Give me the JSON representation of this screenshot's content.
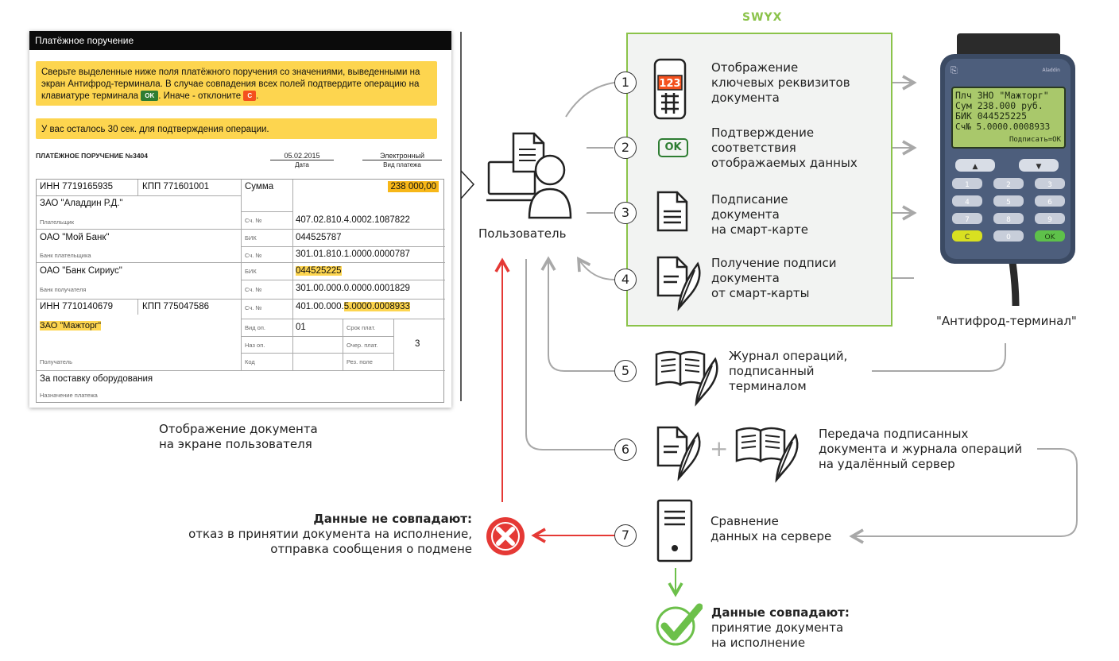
{
  "document_window": {
    "title": "Платёжное поручение",
    "notice_text_1": "Сверьте выделенные ниже поля платёжного поручения со значениями, выведенными на экран Антифрод-терминала. В случае совпадения всех полей подтвердите операцию на клавиатуре терминала",
    "ok_key": "OK",
    "notice_text_2": ". Иначе - отклоните",
    "cancel_key": "C",
    "notice_text_3": ".",
    "timer_text": "У вас осталось 30 сек. для подтверждения операции.",
    "doc_title": "ПЛАТЁЖНОЕ ПОРУЧЕНИЕ №3404",
    "date_value": "05.02.2015",
    "date_label": "Дата",
    "pay_type_value": "Электронный",
    "pay_type_label": "Вид платежа",
    "payer_inn": "ИНН 7719165935",
    "payer_kpp": "КПП 771601001",
    "amount_label": "Сумма",
    "amount_value": "238 000,00",
    "payer_name": "ЗАО \"Аладдин Р.Д.\"",
    "payer_caption": "Плательщик",
    "acct_label": "Сч. №",
    "payer_account": "407.02.810.4.0002.1087822",
    "payer_bank": "ОАО \"Мой Банк\"",
    "bik_label": "БИК",
    "payer_bik": "044525787",
    "payer_bank_caption": "Банк плательщика",
    "payer_corr_account": "301.01.810.1.0000.0000787",
    "payee_bank": "ОАО \"Банк Сириус\"",
    "payee_bik": "044525225",
    "payee_bank_caption": "Банк получателя",
    "payee_corr_account": "301.00.000.0.0000.0001829",
    "payee_inn": "ИНН 7710140679",
    "payee_kpp": "КПП 775047586",
    "payee_account_part1": "401.00.000.",
    "payee_account_part2": "5.0000.0008933",
    "payee_name": "ЗАО \"Мажторг\"",
    "payee_caption": "Получатель",
    "op_type_label": "Вид оп.",
    "op_type_value": "01",
    "term_label": "Срок плат.",
    "purpose_code_label": "Наз оп.",
    "queue_label": "Очер. плат.",
    "queue_value": "3",
    "code_label": "Код",
    "res_field_label": "Рез. поле",
    "purpose_text": "За поставку оборудования",
    "purpose_caption": "Назначение платежа"
  },
  "caption_document": [
    "Отображение документа",
    "на экране пользователя"
  ],
  "user_label": "Пользователь",
  "swyx_title": "SWYX",
  "keypad_digits": "123",
  "ok_icon_text": "OK",
  "steps": [
    {
      "num": "1",
      "lines": [
        "Отображение",
        "ключевых реквизитов",
        "документа"
      ]
    },
    {
      "num": "2",
      "lines": [
        "Подтверждение",
        "соответствия",
        "отображаемых данных"
      ]
    },
    {
      "num": "3",
      "lines": [
        "Подписание",
        "документа",
        "на смарт-карте"
      ]
    },
    {
      "num": "4",
      "lines": [
        "Получение подписи",
        "документа",
        "от смарт-карты"
      ]
    },
    {
      "num": "5",
      "lines": [
        "Журнал операций,",
        "подписанный",
        "терминалом"
      ]
    },
    {
      "num": "6",
      "lines": [
        "Передача подписанных",
        "документа и журнала операций",
        "на удалённый сервер"
      ]
    },
    {
      "num": "7",
      "lines": [
        "Сравнение",
        "данных на сервере"
      ]
    }
  ],
  "plus_sign": "+",
  "terminal": {
    "label": "\"Антифрод-терминал\"",
    "screen_lines": [
      "Плч ЗНО \"Мажторг\"",
      "Сум 238.000 руб.",
      "БИК 044525225",
      "Сч№ 5.0000.0008933",
      "Подписать=OK"
    ],
    "keys": [
      "1",
      "2",
      "3",
      "4",
      "5",
      "6",
      "7",
      "8",
      "9",
      "C",
      "0",
      "OK"
    ],
    "brand": "Aladdin"
  },
  "mismatch": {
    "title": "Данные не совпадают:",
    "lines": [
      "отказ в принятии документа на исполнение,",
      "отправка сообщения о подмене"
    ]
  },
  "match": {
    "title": "Данные совпадают:",
    "lines": [
      "принятие документа",
      "на исполнение"
    ]
  },
  "colors": {
    "accent_green": "#8bc34a",
    "red": "#e53935",
    "highlight": "#fdd54f",
    "arrow_gray": "#a8a8a8"
  }
}
